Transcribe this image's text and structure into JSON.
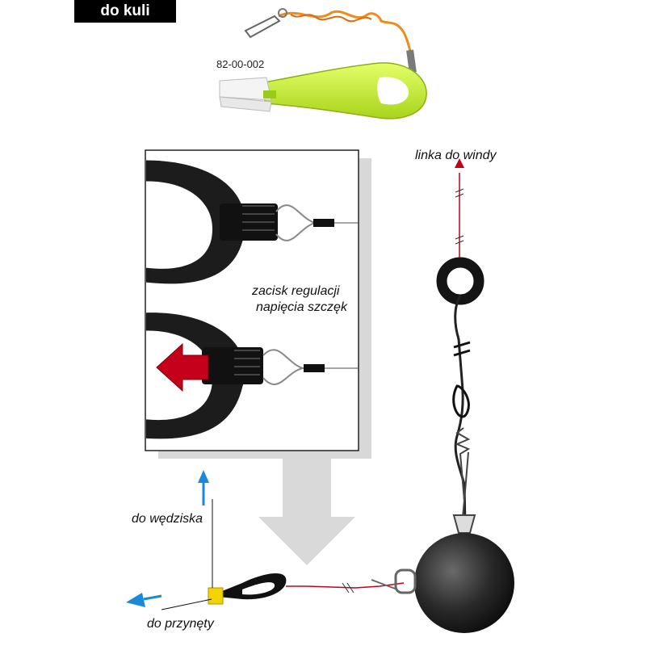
{
  "header": {
    "badge": "do kuli"
  },
  "product": {
    "code": "82-00-002"
  },
  "labels": {
    "winch_line": "linka do windy",
    "clamp_line1": "zacisk regulacji",
    "clamp_line2": "napięcia szczęk",
    "to_rod": "do wędziska",
    "to_bait": "do przynęty"
  },
  "colors": {
    "clip_green": "#c6ec2a",
    "arrow_red": "#c4001a",
    "arrow_blue": "#1a8ad8",
    "line_orange": "#f08a1a",
    "badge_bg": "#000000"
  }
}
